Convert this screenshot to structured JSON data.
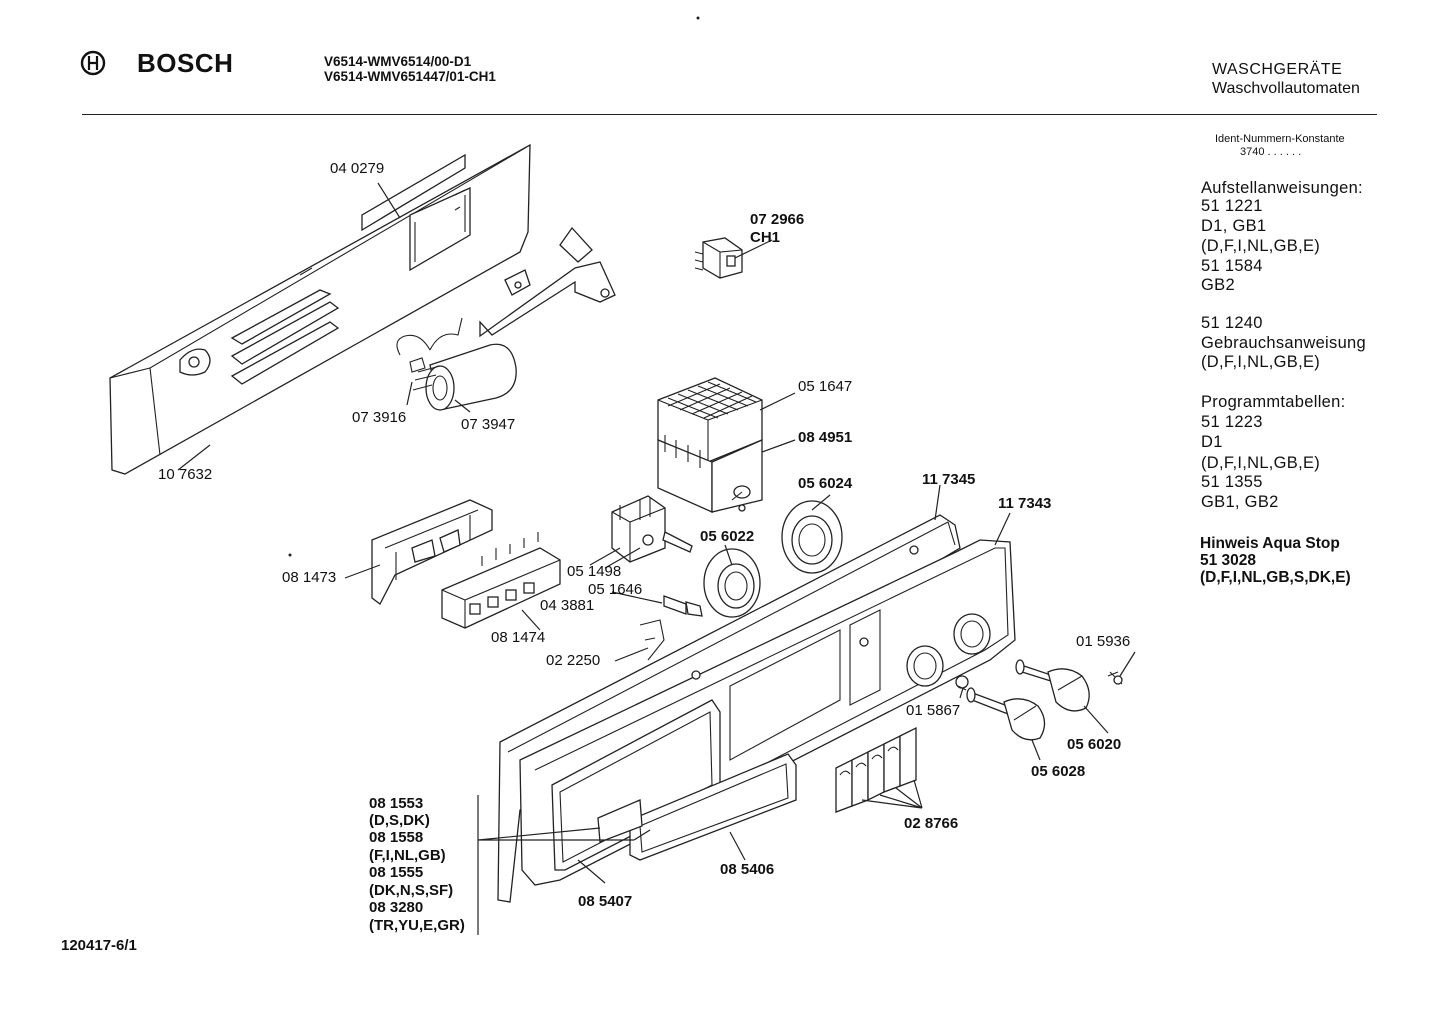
{
  "header": {
    "brand": "BOSCH",
    "model_line_1": "V6514-WMV6514/00-D1",
    "model_line_2": "V6514-WMV651447/01-CH1",
    "category": "WASCHGERÄTE",
    "subcategory": "Waschvollautomaten"
  },
  "sidebar": {
    "ident_label": "Ident-Nummern-Konstante",
    "ident_value": "3740  . .   . . . .",
    "lines": [
      "Aufstellanweisungen:",
      "51 1221",
      "D1, GB1",
      "(D,F,I,NL,GB,E)",
      "51 1584",
      "GB2",
      "",
      "51 1240",
      "Gebrauchsanweisung",
      "(D,F,I,NL,GB,E)",
      "",
      "Programmtabellen:",
      "51 1223",
      "D1",
      "(D,F,I,NL,GB,E)",
      "51 1355",
      "GB1, GB2"
    ],
    "hint_lines": [
      "Hinweis Aqua Stop",
      "51 3028",
      "(D,F,I,NL,GB,S,DK,E)"
    ]
  },
  "part_labels": {
    "p040279": "04 0279",
    "p072966": "07 2966",
    "ch1": "CH1",
    "p073916": "07 3916",
    "p073947": "07 3947",
    "p107632": "10 7632",
    "p051647": "05 1647",
    "p084951": "08 4951",
    "p056024": "05 6024",
    "p117345": "11 7345",
    "p117343": "11 7343",
    "p081473": "08 1473",
    "p051498": "05 1498",
    "p056022": "05 6022",
    "p051646": "05 1646",
    "p043881": "04 3881",
    "p081474": "08 1474",
    "p022250": "02 2250",
    "p015936": "01 5936",
    "p015867": "01 5867",
    "p056020": "05 6020",
    "p056028": "05 6028",
    "p028766": "02 8766",
    "p085406": "08 5406",
    "p085407": "08 5407"
  },
  "variant_list": [
    "08 1553",
    "(D,S,DK)",
    "08 1558",
    "(F,I,NL,GB)",
    "08 1555",
    "(DK,N,S,SF)",
    "08 3280",
    "(TR,YU,E,GR)"
  ],
  "footer": {
    "drawing_id": "120417-6/1"
  }
}
